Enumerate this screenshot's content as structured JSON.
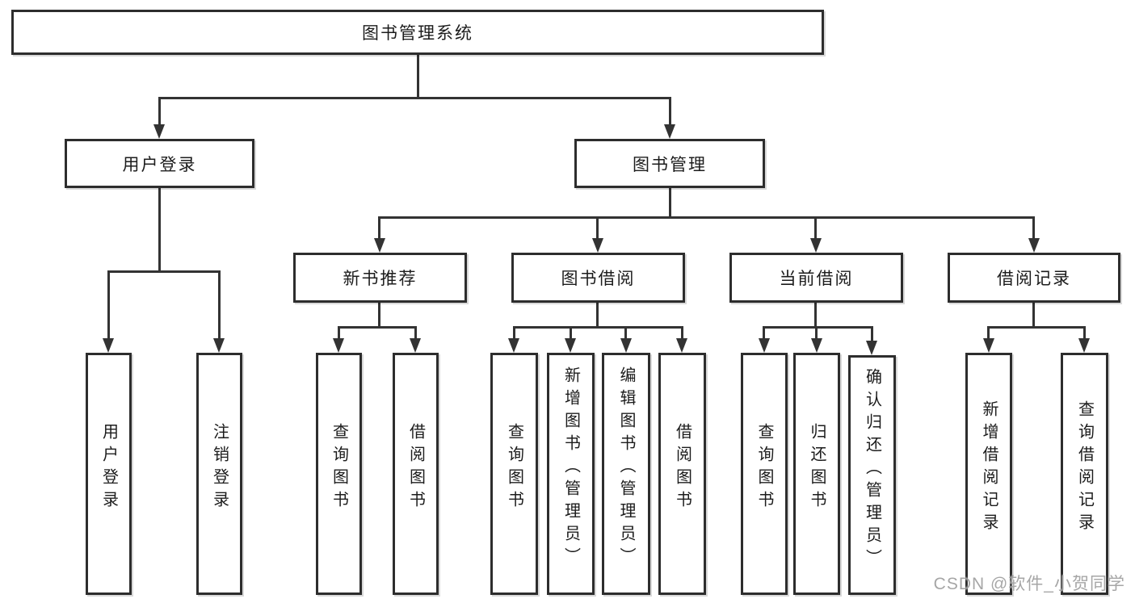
{
  "diagram": {
    "root_label": "图书管理系统",
    "user_login": {
      "label": "用户登录",
      "login": "用户登录",
      "logout": "注销登录"
    },
    "book_mgmt": {
      "label": "图书管理"
    },
    "new_book": {
      "label": "新书推荐",
      "query": "查询图书",
      "borrow": "借阅图书"
    },
    "borrowing": {
      "label": "图书借阅",
      "query": "查询图书",
      "add": "新增图书（管理员）",
      "edit": "编辑图书（管理员）",
      "borrow": "借阅图书"
    },
    "current": {
      "label": "当前借阅",
      "query": "查询图书",
      "return": "归还图书",
      "confirm": "确认归还（管理员）"
    },
    "records": {
      "label": "借阅记录",
      "add": "新增借阅记录",
      "query": "查询借阅记录"
    }
  },
  "watermark": "CSDN @软件_小贺同学"
}
